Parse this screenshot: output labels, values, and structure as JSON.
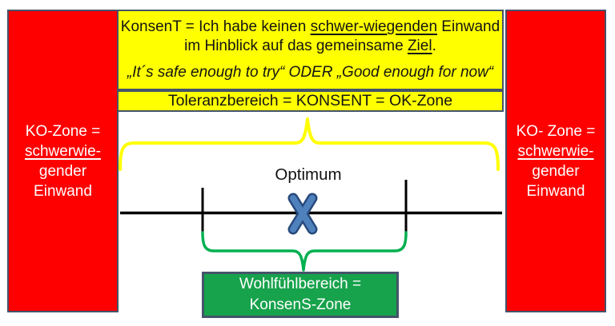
{
  "colors": {
    "red": "#FE0000",
    "yellow": "#FFFF00",
    "green_box": "#17A24C",
    "green_brace": "#00B050",
    "border_slate": "#44546A",
    "x_fill": "#4F81BD",
    "x_outline": "#28497C"
  },
  "ko_zone_left": {
    "line1": "KO-Zone =",
    "line2_underlined": "schwerwie-",
    "line3": "gender",
    "line4": "Einwand"
  },
  "ko_zone_right": {
    "line1": "KO- Zone =",
    "line2_underlined": "schwerwie-",
    "line3": "gender",
    "line4": "Einwand"
  },
  "konsent_box": {
    "line1_pre": "KonsenT = Ich habe keinen ",
    "line1_underlined": "schwer-wiegenden",
    "line1_post": " Einwand",
    "line2_pre": "im Hinblick auf das gemeinsame ",
    "line2_underlined": "Ziel",
    "line2_post": ".",
    "line3": "„It´s safe enough  to try“ ODER „Good enough for now“"
  },
  "tolerance_bar": {
    "label": "Toleranzbereich = KONSENT = OK-Zone"
  },
  "axis": {
    "optimum_label": "Optimum"
  },
  "konsens_box": {
    "line1": "Wohlfühlbereich =",
    "line2": "KonsenS-Zone"
  }
}
